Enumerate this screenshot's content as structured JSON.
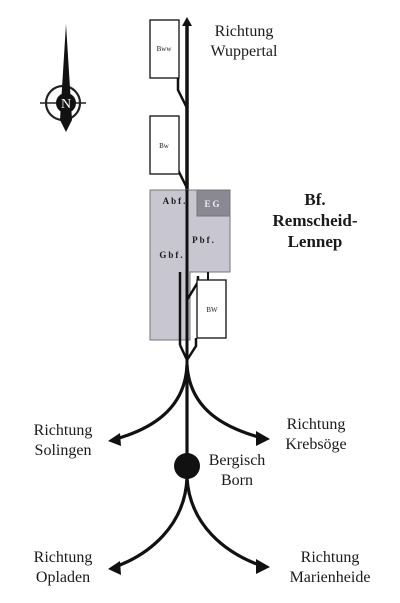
{
  "compass": {
    "icon": "north-arrow-icon",
    "letter": "N"
  },
  "station": {
    "line1": "Bf.",
    "line2": "Remscheid-",
    "line3": "Lennep"
  },
  "buildings": {
    "bww": "Bww",
    "bw_upper": "Bw",
    "abf": "Abf.",
    "eg": "EG",
    "pbf": "Pbf.",
    "gbf": "Gbf.",
    "bw_lower": "BW"
  },
  "directions": {
    "wuppertal": [
      "Richtung",
      "Wuppertal"
    ],
    "solingen": [
      "Richtung",
      "Solingen"
    ],
    "krebsoege": [
      "Richtung",
      "Krebsöge"
    ],
    "opladen": [
      "Richtung",
      "Opladen"
    ],
    "marienheide": [
      "Richtung",
      "Marienheide"
    ]
  },
  "junction": {
    "name": [
      "Bergisch",
      "Born"
    ]
  },
  "colors": {
    "line": "#111111",
    "station_area": "#c8c6d0",
    "eg_box": "#8a8890"
  }
}
